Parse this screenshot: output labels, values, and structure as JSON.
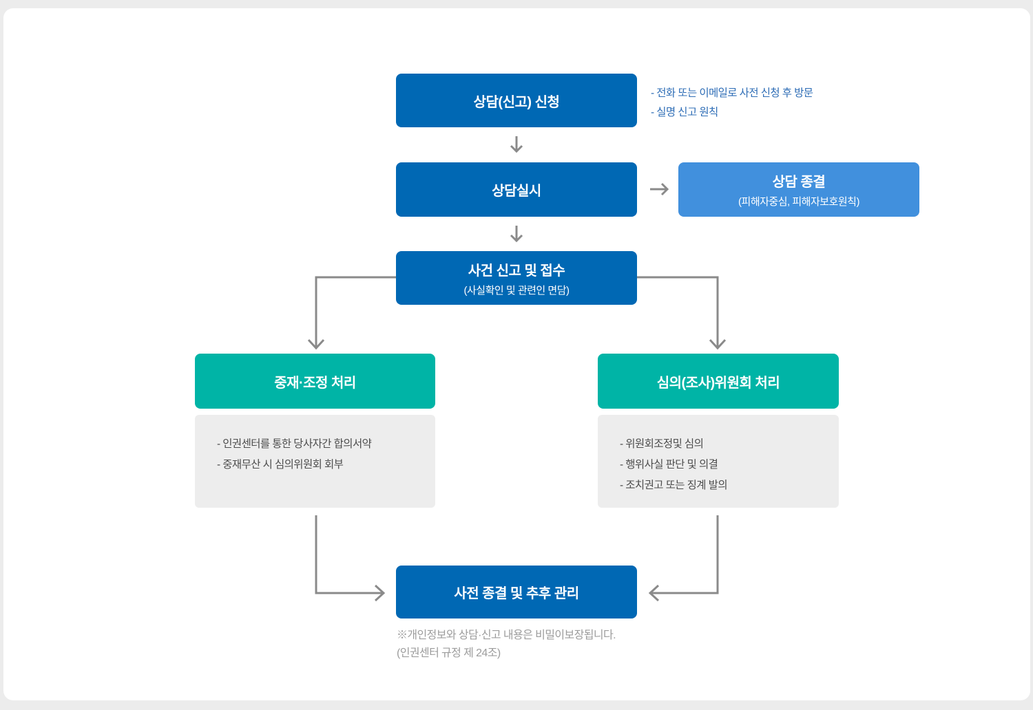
{
  "colors": {
    "page_bg": "#ececec",
    "card_bg": "#ffffff",
    "primary_blue": "#0068b4",
    "light_blue": "#4190dd",
    "teal": "#00b4a6",
    "panel_gray": "#ededed",
    "connector_gray": "#8a8a8a",
    "note_blue": "#2e6db6",
    "detail_gray": "#4d4d4d",
    "footer_gray": "#9c9c9c"
  },
  "flowchart": {
    "apply": {
      "label": "상담(신고) 신청"
    },
    "apply_notes": [
      "- 전화 또는 이메일로 사전 신청 후 방문",
      "- 실명 신고 원칙"
    ],
    "consult": {
      "label": "상담실시"
    },
    "consult_end": {
      "label": "상담 종결",
      "sublabel": "(피해자중심, 피해자보호원칙)"
    },
    "report": {
      "label": "사건 신고 및 접수",
      "sublabel": "(사실확인 및 관련인 면담)"
    },
    "mediation": {
      "label": "중재·조정 처리",
      "details": [
        "- 인권센터를 통한 당사자간 합의서약",
        "- 중재무산 시 심의위원회 회부"
      ]
    },
    "committee": {
      "label": "심의(조사)위원회 처리",
      "details": [
        "- 위원회조정및 심의",
        "- 행위사실 판단 및 의결",
        "- 조치권고 또는 징계 발의"
      ]
    },
    "final": {
      "label": "사전 종결 및 추후 관리"
    },
    "footer_lines": [
      "※개인정보와 상담·신고 내용은 비밀이보장됩니다.",
      "(인권센터 규정 제 24조)"
    ]
  }
}
